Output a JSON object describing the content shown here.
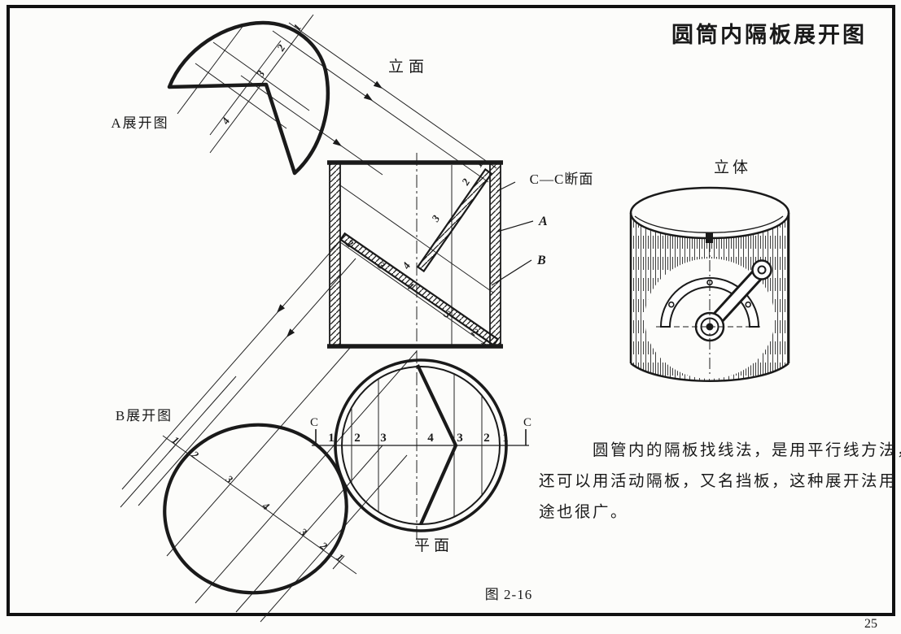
{
  "page": {
    "title": "圆筒内隔板展开图",
    "figure_caption": "图 2-16",
    "page_number": "25"
  },
  "labels": {
    "elevation": "立面",
    "dev_a": "A展开图",
    "dev_b": "B展开图",
    "section_cc": "C—C断面",
    "solid": "立体",
    "plan": "平面",
    "plate_a_ref": "A",
    "plate_b_ref": "B",
    "section_c_left": "C",
    "section_c_right": "C"
  },
  "paragraph": {
    "line1": "圆管内的隔板找线法，是用平行线方法，",
    "line2": "还可以用活动隔板，又名挡板，这种展开法用",
    "line3": "途也很广。"
  },
  "numbers": {
    "plate_a": [
      "1",
      "2",
      "3",
      "4"
    ],
    "plate_b": [
      "2",
      "3",
      "4",
      "3",
      "2",
      "1"
    ],
    "plan": [
      "1",
      "2",
      "3",
      "4",
      "3",
      "2",
      "1"
    ],
    "dev_a": [
      "1",
      "2",
      "3",
      "4"
    ],
    "dev_b": [
      "1",
      "2",
      "3",
      "4",
      "3",
      "2",
      "1"
    ]
  }
}
